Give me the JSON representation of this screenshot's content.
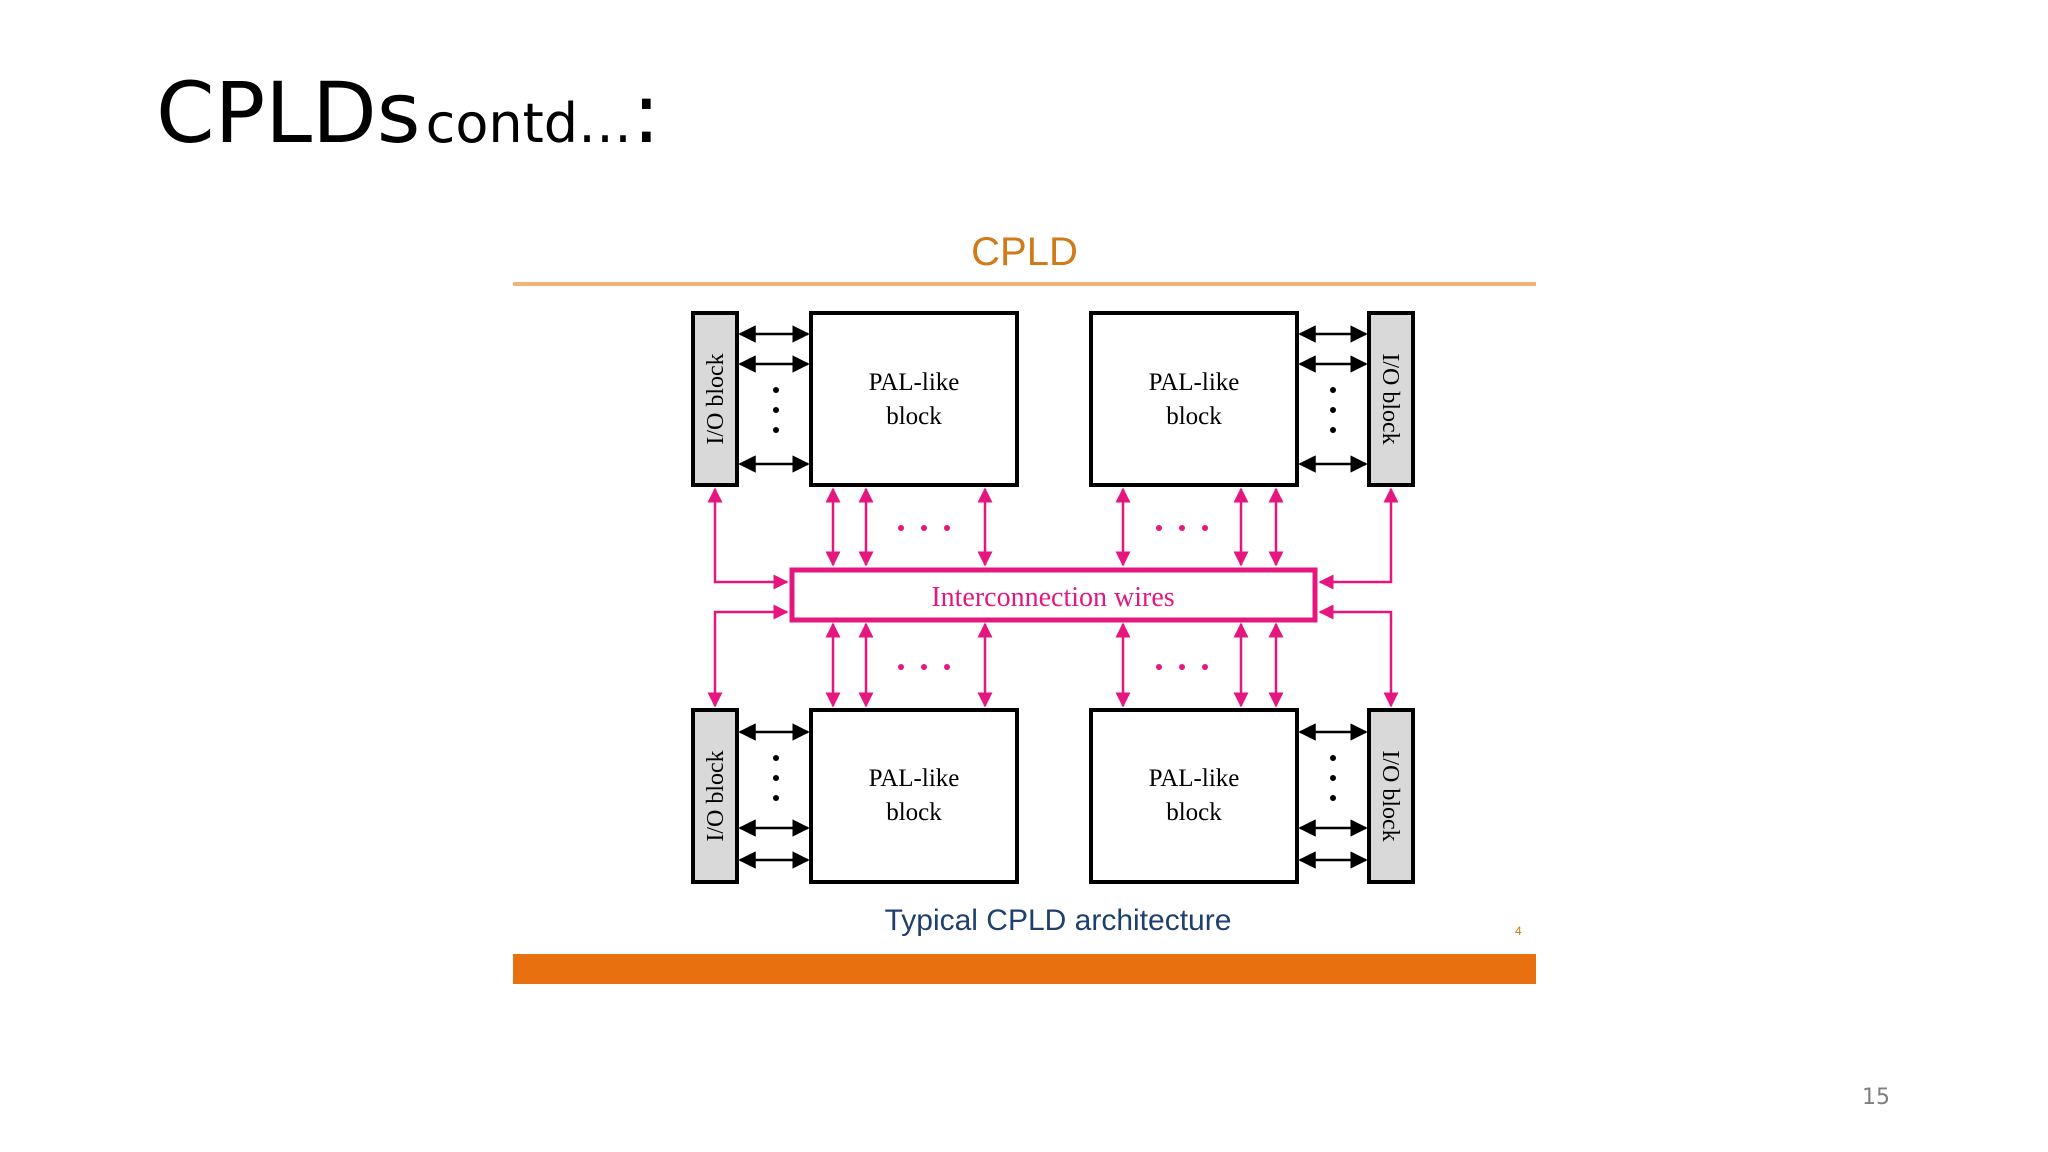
{
  "slide": {
    "title_main": "CPLDs",
    "title_sub": "contd…",
    "title_colon": ":",
    "page_number": "15"
  },
  "figure": {
    "title": "CPLD",
    "caption": "Typical CPLD architecture",
    "inner_slide_number": "4",
    "io_block_label": "I/O block",
    "pal_block_line1": "PAL-like",
    "pal_block_line2": "block",
    "interconnect_label": "Interconnection wires",
    "colors": {
      "title": "#d07a1a",
      "bottom_bar": "#e8700f",
      "interconnect": "#e5177f",
      "caption": "#1f3f6e",
      "io_block_fill": "#d9d9d9"
    }
  }
}
